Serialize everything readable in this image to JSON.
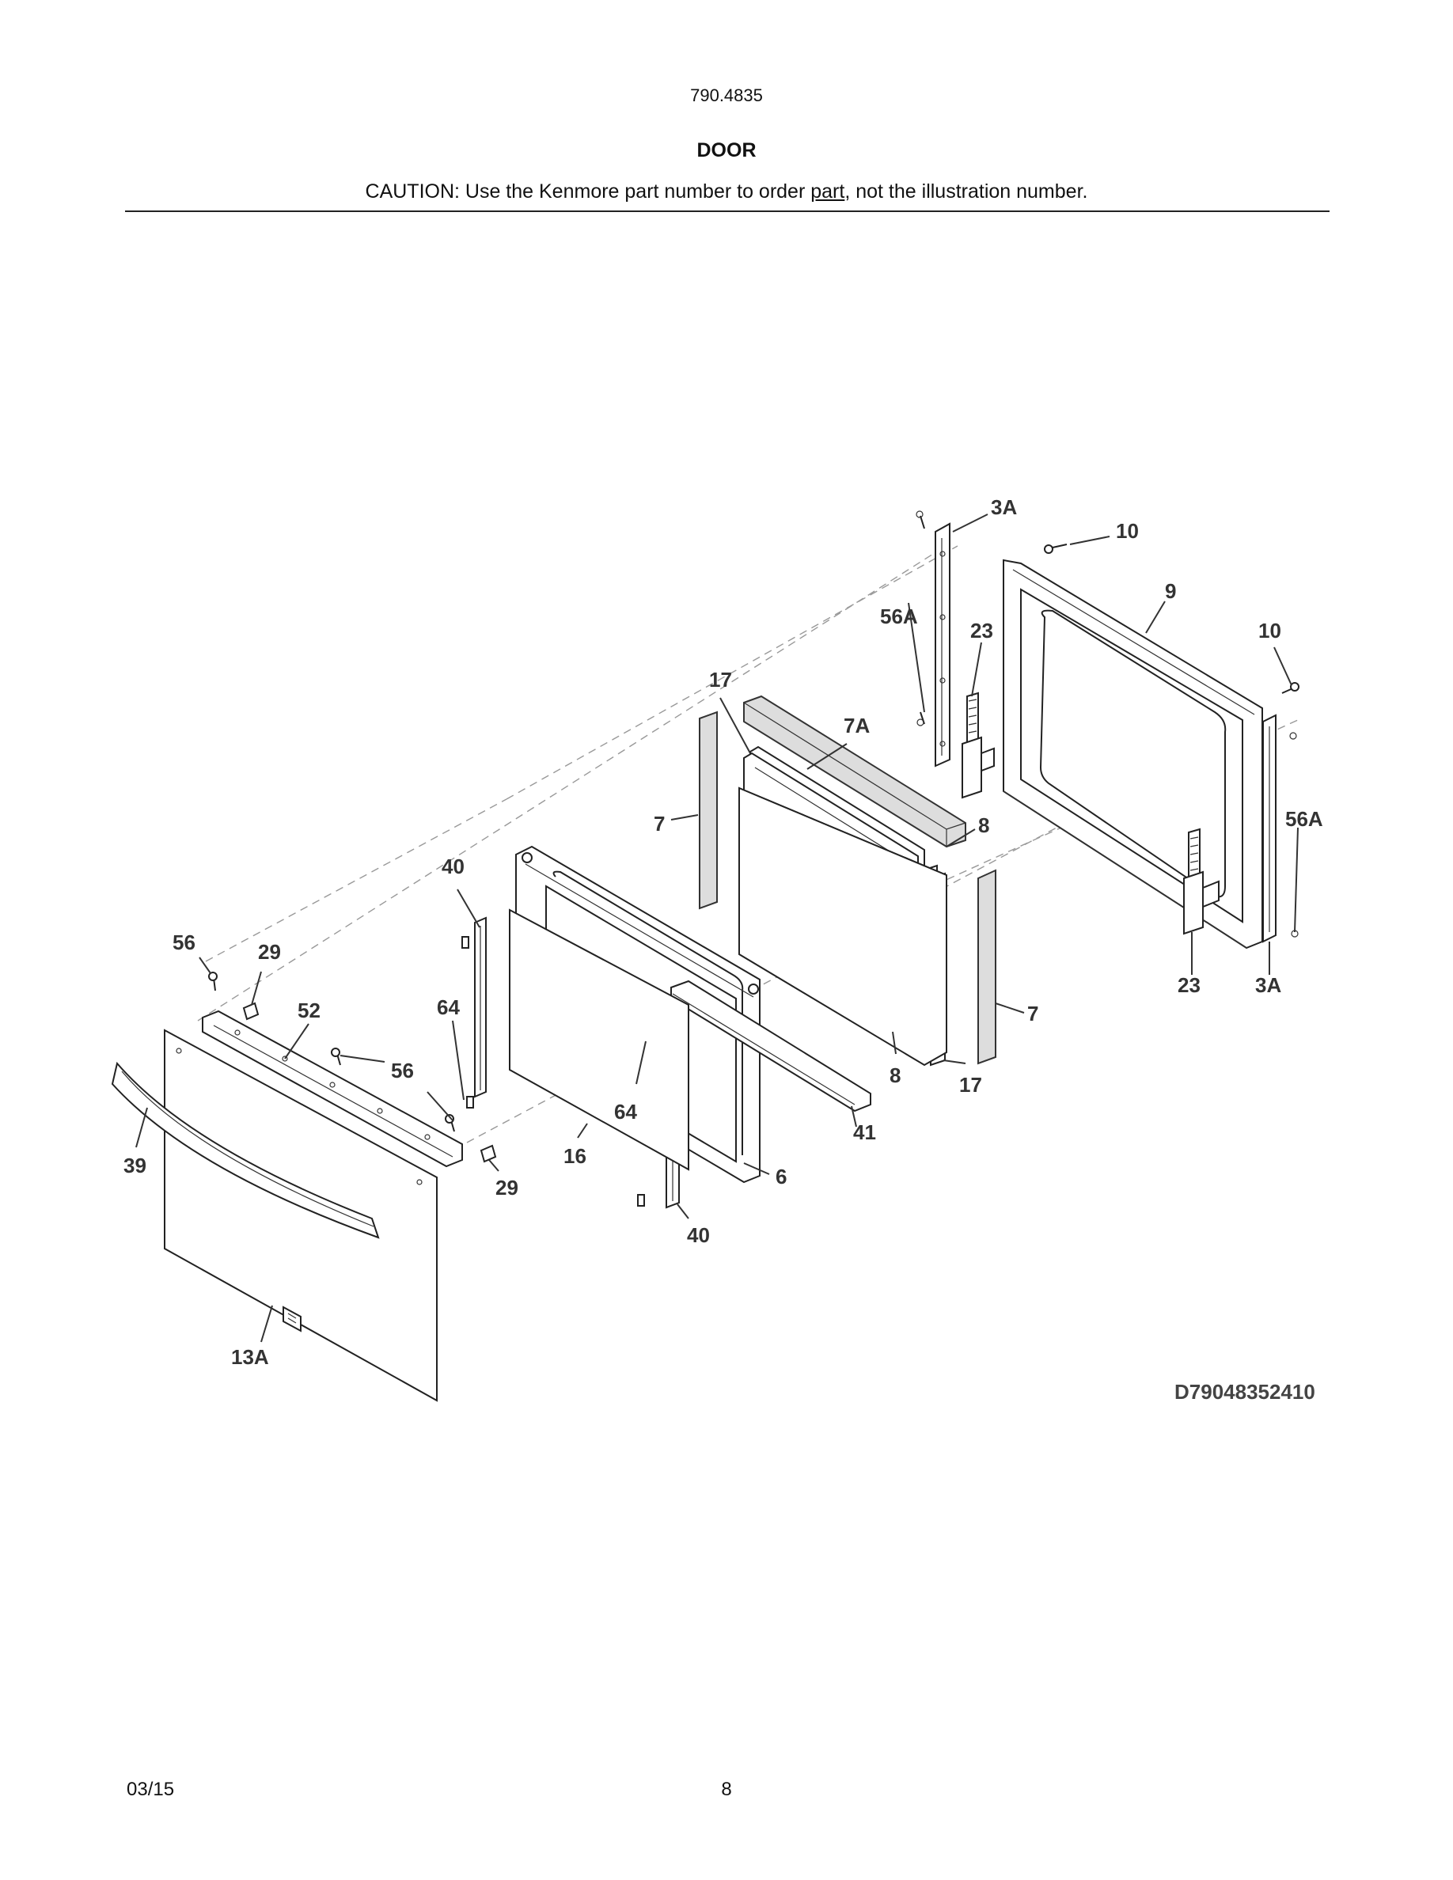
{
  "header": {
    "model_number": "790.4835",
    "title": "DOOR",
    "caution_before": "CAUTION: Use the Kenmore part number to order ",
    "caution_underlined": "part",
    "caution_after": ", not the illustration number."
  },
  "diagram": {
    "drawing_id": "D79048352410",
    "callouts": {
      "c_3A_top": "3A",
      "c_10_top": "10",
      "c_9": "9",
      "c_56A_left": "56A",
      "c_23_top": "23",
      "c_10_right": "10",
      "c_17_top": "17",
      "c_7A": "7A",
      "c_7_left": "7",
      "c_8_top": "8",
      "c_56A_right": "56A",
      "c_40_top": "40",
      "c_56_top": "56",
      "c_29_top": "29",
      "c_64_left": "64",
      "c_52": "52",
      "c_56_mid": "56",
      "c_23_bottom": "23",
      "c_3A_bottom": "3A",
      "c_7_right": "7",
      "c_8_bottom": "8",
      "c_17_bottom": "17",
      "c_41": "41",
      "c_64_mid": "64",
      "c_39": "39",
      "c_16": "16",
      "c_6": "6",
      "c_29_bottom": "29",
      "c_40_bottom": "40",
      "c_13A": "13A"
    }
  },
  "footer": {
    "date": "03/15",
    "page_number": "8"
  }
}
